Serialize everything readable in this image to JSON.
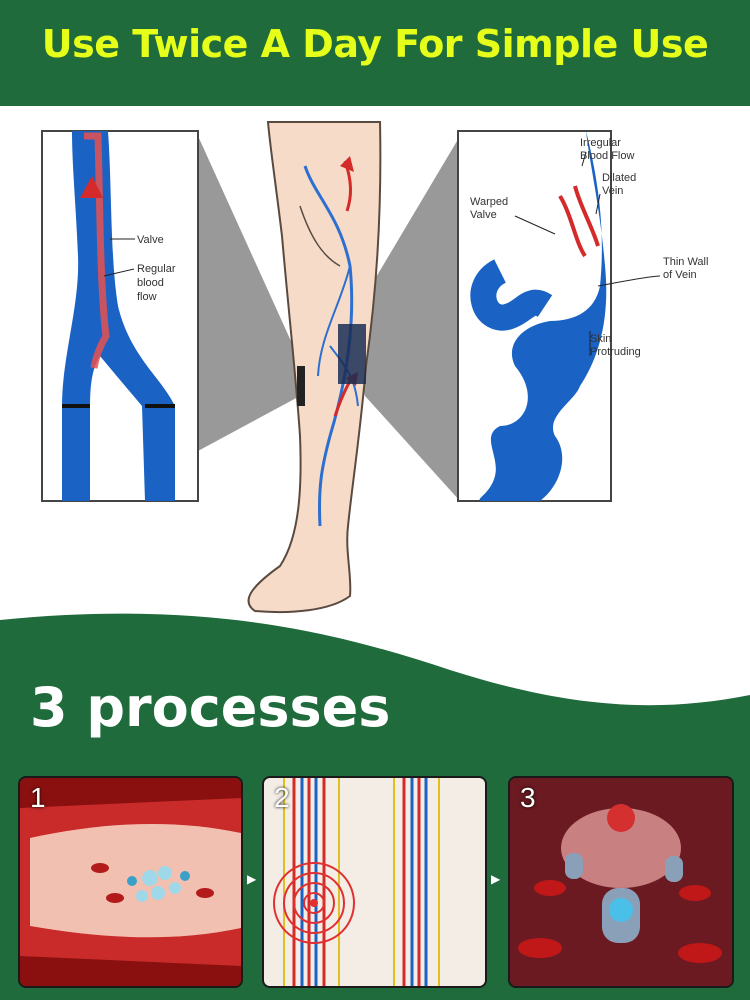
{
  "header": {
    "title": "Use Twice A Day For Simple Use"
  },
  "diagram": {
    "left_labels": {
      "valve": "Valve",
      "regular_line1": "Regular",
      "regular_line2": "blood",
      "regular_line3": "flow"
    },
    "right_labels": {
      "irregular_line1": "Irregular",
      "irregular_line2": "Blood Flow",
      "dilated_line1": "Dilated",
      "dilated_line2": "Vein",
      "warped_line1": "Warped",
      "warped_line2": "Valve",
      "thin_line1": "Thin Wall",
      "thin_line2": "of Vein",
      "skin_line1": "Skin",
      "skin_line2": "Protruding"
    }
  },
  "section": {
    "title": "3 processes"
  },
  "steps": [
    {
      "number": "1"
    },
    {
      "number": "2"
    },
    {
      "number": "3"
    }
  ],
  "colors": {
    "brand_green": "#1f6b3c",
    "title_yellow": "#e6ff1a",
    "vein_blue": "#1a63c4",
    "blood_red": "#d42a2a"
  }
}
